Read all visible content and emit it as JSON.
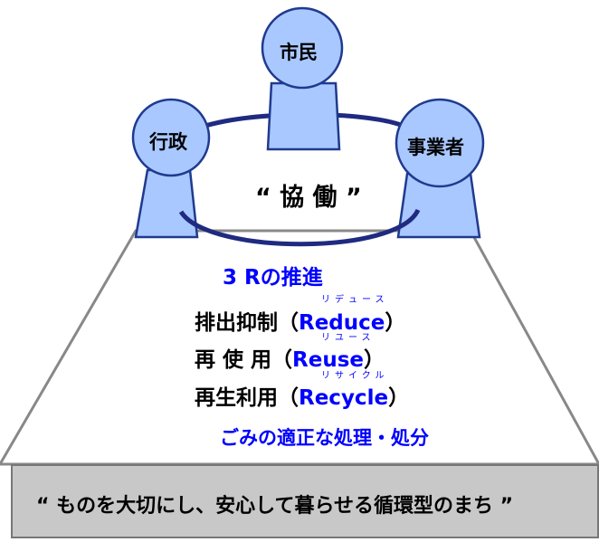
{
  "diagram": {
    "actors": {
      "citizen": "市民",
      "government": "行政",
      "business": "事業者"
    },
    "collaboration": "“ 協 働 ”",
    "title_3r": "3 Rの推進",
    "items": [
      {
        "label": "排出抑制（",
        "en": "Reduce",
        "close": "）",
        "ruby": "リデュース"
      },
      {
        "label": "再 使 用（",
        "en": "Reuse",
        "close": "）",
        "ruby": "リユース"
      },
      {
        "label": "再生利用（",
        "en": "Recycle",
        "close": "）",
        "ruby": "リサイクル"
      }
    ],
    "disposal": "ごみの適正な処理・処分",
    "slogan": "“ ものを大切にし、安心して暮らせる循環型のまち ”"
  },
  "colors": {
    "figure_fill": "#a9c8ff",
    "figure_stroke": "#1f3a8f",
    "ring_stroke": "#1f2a80",
    "platform_stroke": "#888888",
    "base_fill": "#c8c8c8",
    "accent_text": "#0000ff"
  }
}
